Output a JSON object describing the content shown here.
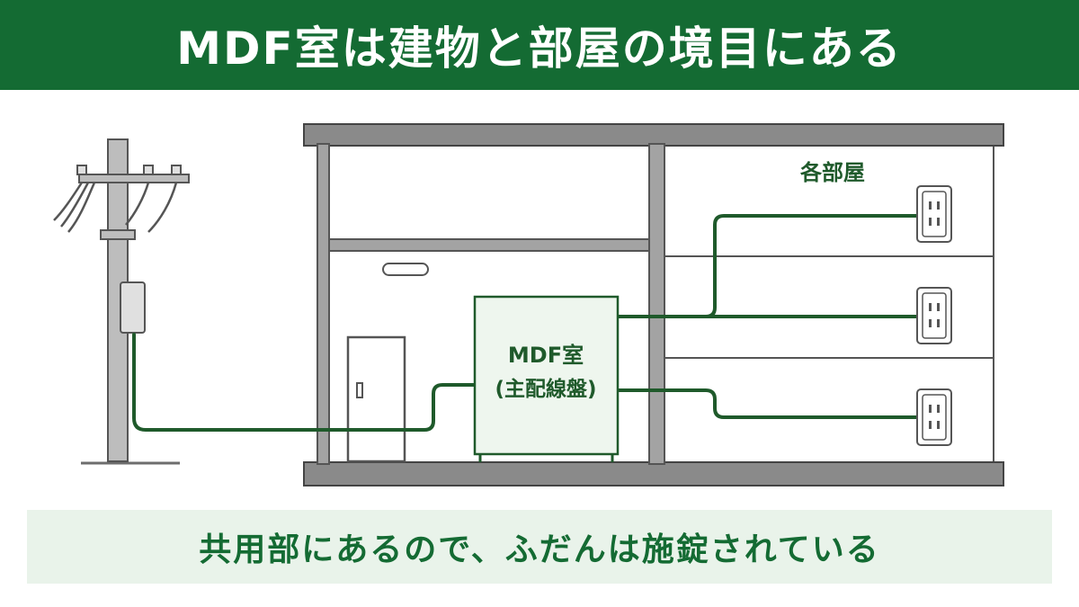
{
  "header": {
    "title": "MDF室は建物と部屋の境目にある"
  },
  "diagram": {
    "room_label": "各部屋",
    "mdf_box": {
      "line1": "MDF室",
      "line2": "(主配線盤)"
    },
    "outlet_count": 3,
    "icons": [
      "utility-pole-icon",
      "wall-outlet-icon",
      "door-icon",
      "ceiling-light-icon"
    ],
    "colors": {
      "brand_green": "#146b33",
      "wire": "#1f5a2b",
      "mdf_fill": "#eef6ee",
      "structure": "#8a8a8a"
    }
  },
  "footer": {
    "caption": "共用部にあるので、ふだんは施錠されている"
  }
}
